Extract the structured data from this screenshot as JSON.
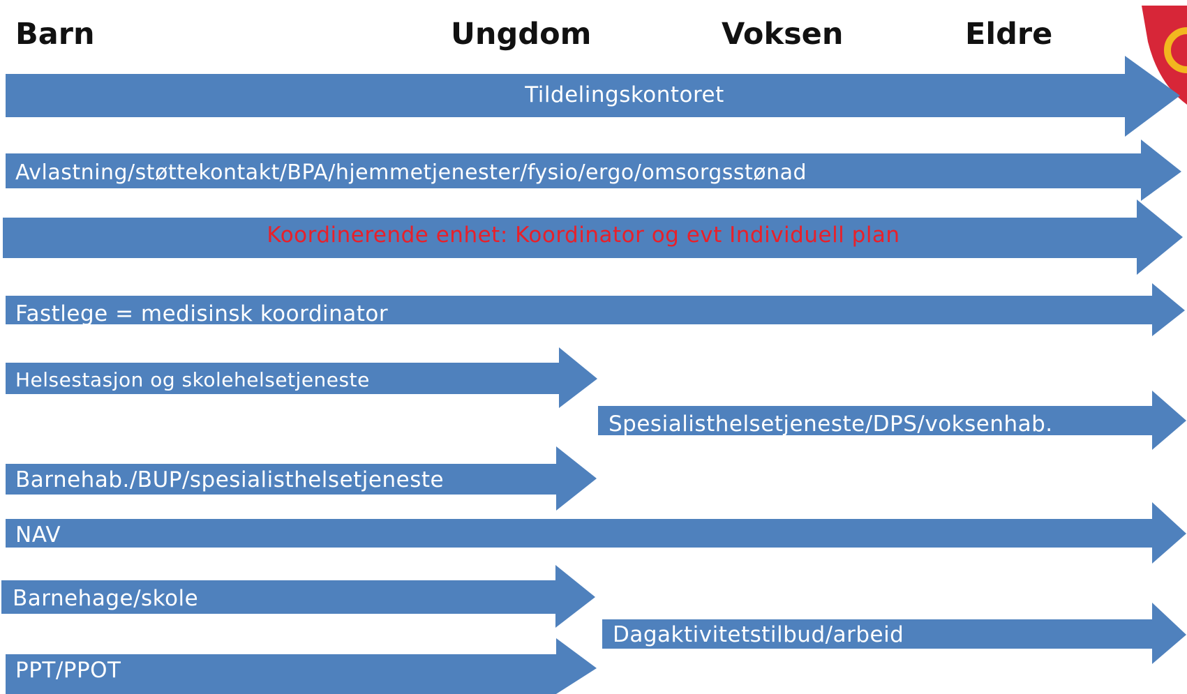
{
  "stages": {
    "barn": "Barn",
    "ungdom": "Ungdom",
    "voksen": "Voksen",
    "eldre": "Eldre"
  },
  "arrows": {
    "tildelingskontoret": "Tildelingskontoret",
    "avlastning": "Avlastning/støttekontakt/BPA/hjemmetjenester/fysio/ergo/omsorgsstønad",
    "koordinerende": "Koordinerende enhet: Koordinator og evt Individuell plan",
    "fastlege": "Fastlege = medisinsk koordinator",
    "helsestasjon": "Helsestasjon og skolehelsetjeneste",
    "spesialist_voksen": "Spesialisthelsetjeneste/DPS/voksenhab.",
    "barnehab": "Barnehab./BUP/spesialisthelsetjeneste",
    "nav": "NAV",
    "barnehage": "Barnehage/skole",
    "dagaktivitet": "Dagaktivitetstilbud/arbeid",
    "ppt": "PPT/PPOT"
  },
  "colors": {
    "arrow_fill": "#4f81bd",
    "arrow_text": "#ffffff",
    "highlight_text": "#e8202a",
    "stage_text": "#111111",
    "emblem_red": "#d72638",
    "emblem_gold": "#f2b71f"
  }
}
